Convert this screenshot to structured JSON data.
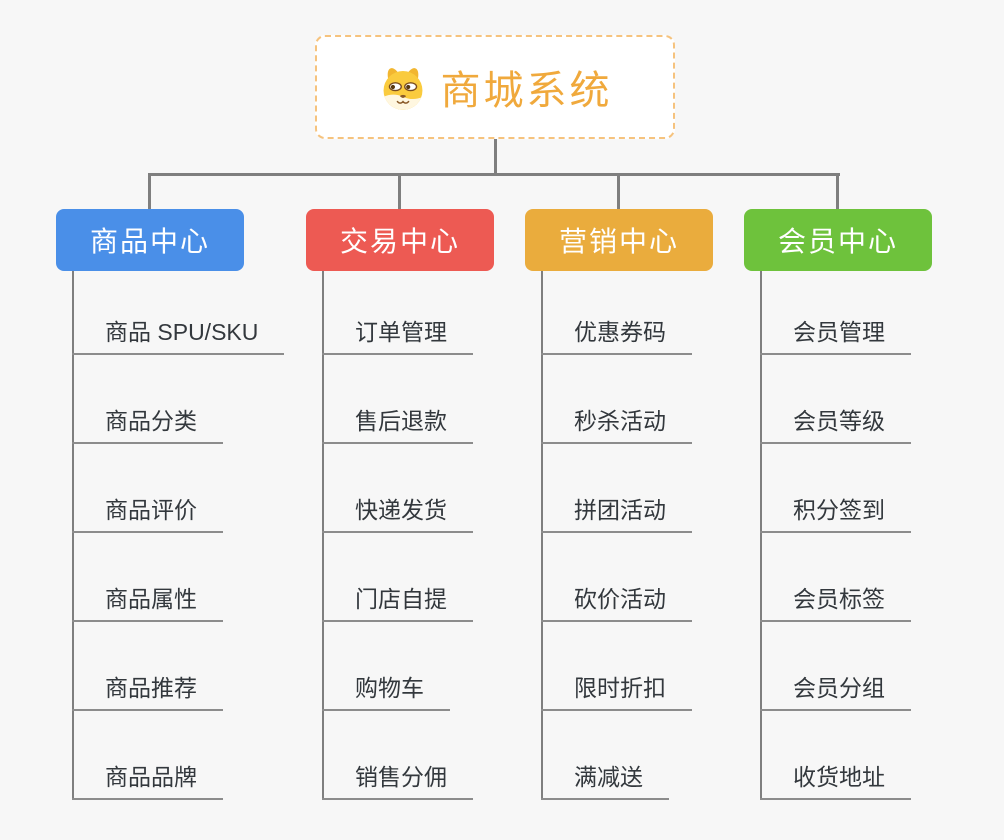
{
  "root": {
    "title": "商城系统",
    "icon": "dog-face-icon"
  },
  "branches": [
    {
      "label": "商品中心",
      "color": "#4a8fe8",
      "items": [
        "商品 SPU/SKU",
        "商品分类",
        "商品评价",
        "商品属性",
        "商品推荐",
        "商品品牌"
      ]
    },
    {
      "label": "交易中心",
      "color": "#ed5a53",
      "items": [
        "订单管理",
        "售后退款",
        "快递发货",
        "门店自提",
        "购物车",
        "销售分佣"
      ]
    },
    {
      "label": "营销中心",
      "color": "#eaac3d",
      "items": [
        "优惠券码",
        "秒杀活动",
        "拼团活动",
        "砍价活动",
        "限时折扣",
        "满减送"
      ]
    },
    {
      "label": "会员中心",
      "color": "#6ec23c",
      "items": [
        "会员管理",
        "会员等级",
        "积分签到",
        "会员标签",
        "会员分组",
        "收货地址"
      ]
    }
  ],
  "colors": {
    "background": "#f7f7f7",
    "connector": "#7f7f7f",
    "item_underline": "#8c8c8c",
    "item_text": "#33383d",
    "root_text": "#f0a93c",
    "root_border": "#f6c37e"
  }
}
